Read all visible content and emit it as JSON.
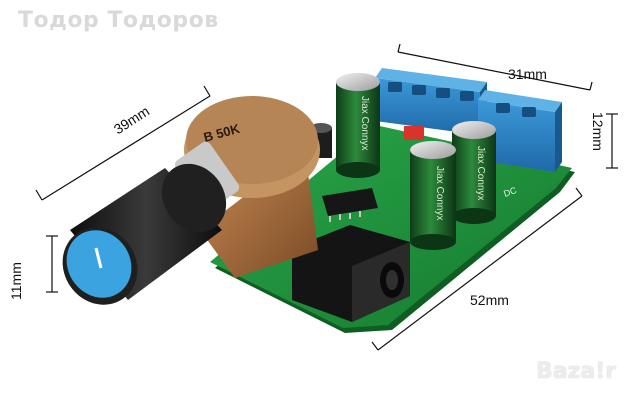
{
  "watermark": {
    "text": "Тодор Тодоров"
  },
  "dimensions": {
    "left_top": "39mm",
    "top_right": "31mm",
    "right_side": "12mm",
    "left_side": "11mm",
    "bottom": "52mm"
  },
  "potentiometer": {
    "marking": "B 50K"
  },
  "capacitor": {
    "brand": "Jiax Connyx"
  },
  "pcb": {
    "label": "DC"
  },
  "brand_logo": {
    "text": "Baza!r"
  },
  "colors": {
    "pcb_green": "#1f8f3a",
    "terminal_blue": "#2f86c8",
    "knob_blue": "#3aa3e0",
    "knob_black": "#1b1b1b",
    "pot_brown": "#a06a3c",
    "capacitor_green": "#1f5e2a"
  },
  "icons": [
    "audio-jack-icon",
    "dimension-arrow-icon"
  ]
}
